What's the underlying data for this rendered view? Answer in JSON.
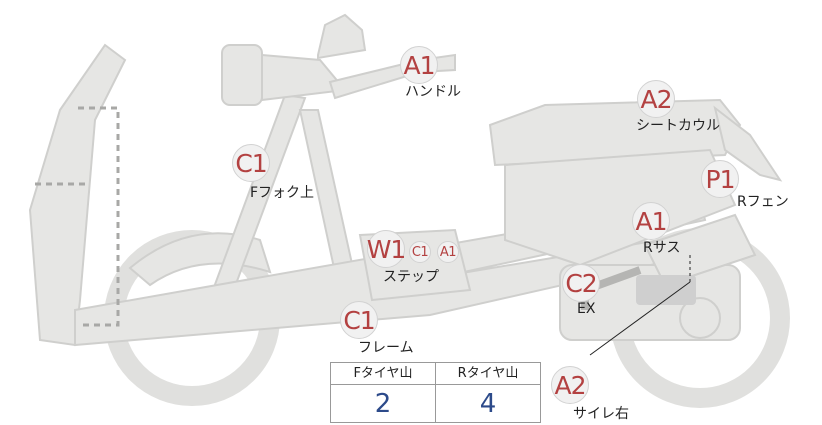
{
  "markers": [
    {
      "code": "A1",
      "label": "ハンドル"
    },
    {
      "code": "A2",
      "label": "シートカウル"
    },
    {
      "code": "C1",
      "label": "Fフォク上"
    },
    {
      "code": "P1",
      "label": "Rフェン"
    },
    {
      "code": "A1",
      "label": "Rサス"
    },
    {
      "code": "W1",
      "label": "ステップ",
      "extra": [
        "C1",
        "A1"
      ]
    },
    {
      "code": "C2",
      "label": "EX"
    },
    {
      "code": "C1",
      "label": "フレーム"
    },
    {
      "code": "A2",
      "label": "サイレ右"
    }
  ],
  "tire_table": {
    "front_header": "Fタイヤ山",
    "rear_header": "Rタイヤ山",
    "front_value": "2",
    "rear_value": "4"
  },
  "colors": {
    "body_fill": "#e6e6e4",
    "body_stroke": "#cfcfcd",
    "marker_text": "#b34141",
    "table_value": "#2c4a8a"
  }
}
